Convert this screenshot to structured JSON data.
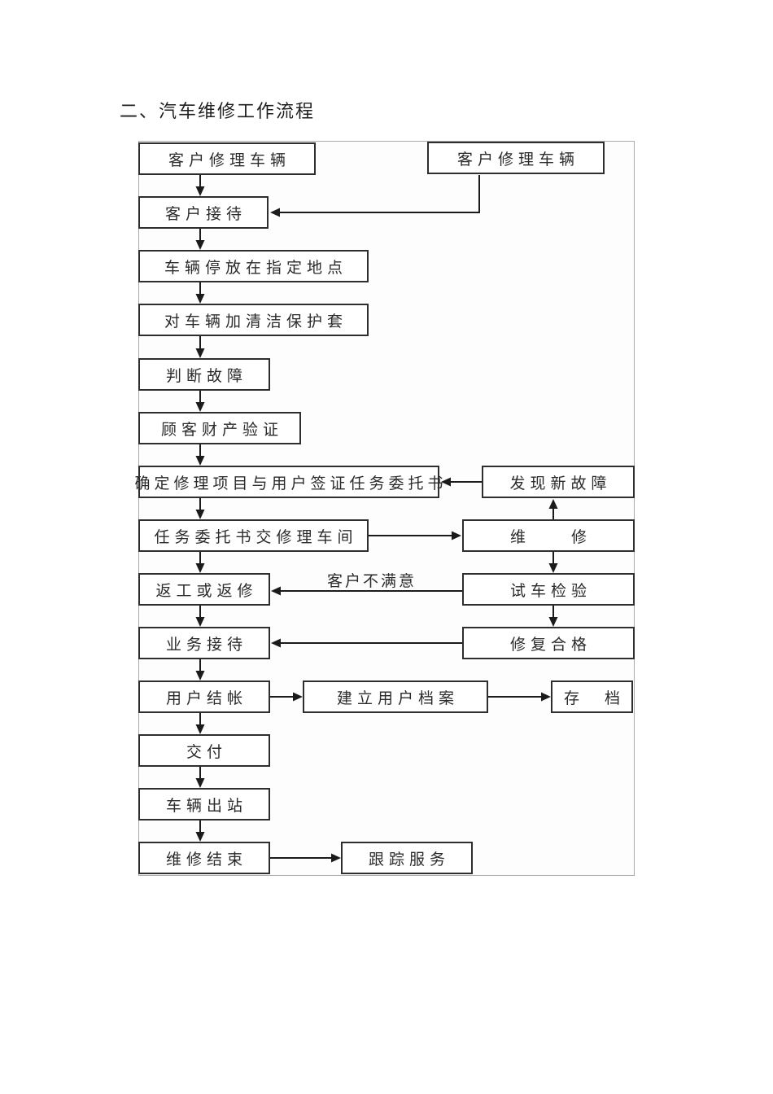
{
  "page": {
    "title": "二、汽车维修工作流程"
  },
  "flowchart": {
    "type": "flowchart",
    "nodes": [
      {
        "id": "customer-repair-left",
        "label": "客户修理车辆"
      },
      {
        "id": "customer-repair-right",
        "label": "客户修理车辆"
      },
      {
        "id": "customer-reception",
        "label": "客户接待"
      },
      {
        "id": "vehicle-parked",
        "label": "车辆停放在指定地点"
      },
      {
        "id": "protective-cover",
        "label": "对车辆加清洁保护套"
      },
      {
        "id": "judge-fault",
        "label": "判断故障"
      },
      {
        "id": "property-verification",
        "label": "顾客财产验证"
      },
      {
        "id": "confirm-repair-items",
        "label": "确定修理项目与用户签证任务委托书"
      },
      {
        "id": "new-fault-found",
        "label": "发现新故障"
      },
      {
        "id": "task-to-workshop",
        "label": "任务委托书交修理车间"
      },
      {
        "id": "repair",
        "label": "维　　修"
      },
      {
        "id": "rework",
        "label": "返工或返修"
      },
      {
        "id": "test-inspection",
        "label": "试车检验"
      },
      {
        "id": "business-reception",
        "label": "业务接待"
      },
      {
        "id": "repair-qualified",
        "label": "修复合格"
      },
      {
        "id": "user-checkout",
        "label": "用户结帐"
      },
      {
        "id": "create-user-file",
        "label": "建立用户档案"
      },
      {
        "id": "archive",
        "label": "存　档"
      },
      {
        "id": "delivery",
        "label": "交付"
      },
      {
        "id": "vehicle-exit",
        "label": "车辆出站"
      },
      {
        "id": "repair-finished",
        "label": "维修结束"
      },
      {
        "id": "follow-up-service",
        "label": "跟踪服务"
      }
    ],
    "edge_labels": {
      "customer-unsatisfied": "客户不满意"
    },
    "edges": [
      {
        "from": "customer-repair-left",
        "to": "customer-reception"
      },
      {
        "from": "customer-repair-right",
        "to": "customer-reception"
      },
      {
        "from": "customer-reception",
        "to": "vehicle-parked"
      },
      {
        "from": "vehicle-parked",
        "to": "protective-cover"
      },
      {
        "from": "protective-cover",
        "to": "judge-fault"
      },
      {
        "from": "judge-fault",
        "to": "property-verification"
      },
      {
        "from": "property-verification",
        "to": "confirm-repair-items"
      },
      {
        "from": "new-fault-found",
        "to": "confirm-repair-items"
      },
      {
        "from": "confirm-repair-items",
        "to": "task-to-workshop"
      },
      {
        "from": "task-to-workshop",
        "to": "repair"
      },
      {
        "from": "repair",
        "to": "new-fault-found"
      },
      {
        "from": "repair",
        "to": "test-inspection"
      },
      {
        "from": "test-inspection",
        "to": "rework",
        "label": "客户不满意"
      },
      {
        "from": "task-to-workshop",
        "to": "rework"
      },
      {
        "from": "test-inspection",
        "to": "repair-qualified"
      },
      {
        "from": "repair-qualified",
        "to": "business-reception"
      },
      {
        "from": "rework",
        "to": "business-reception"
      },
      {
        "from": "business-reception",
        "to": "user-checkout"
      },
      {
        "from": "user-checkout",
        "to": "create-user-file"
      },
      {
        "from": "create-user-file",
        "to": "archive"
      },
      {
        "from": "user-checkout",
        "to": "delivery"
      },
      {
        "from": "delivery",
        "to": "vehicle-exit"
      },
      {
        "from": "vehicle-exit",
        "to": "repair-finished"
      },
      {
        "from": "repair-finished",
        "to": "follow-up-service"
      }
    ]
  },
  "colors": {
    "background": "#ffffff",
    "box_border": "#2e2e2e",
    "container_border": "#ababab",
    "line": "#1b1b1b",
    "text": "#2b2b2b"
  }
}
